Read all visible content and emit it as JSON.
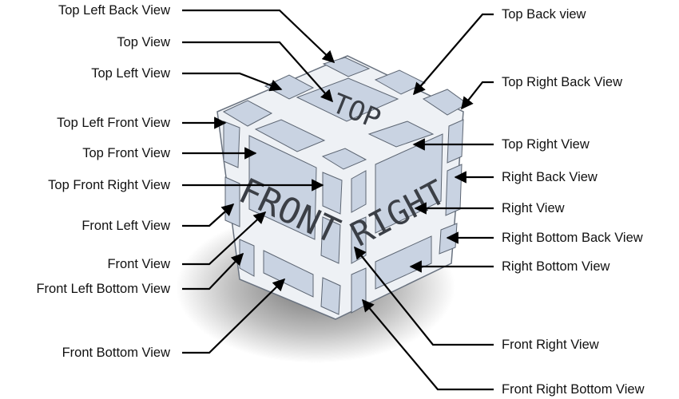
{
  "face_words": {
    "top": "TOP",
    "front": "FRONT",
    "right": "RIGHT"
  },
  "labels": {
    "left": [
      "Top Left Back View",
      "Top View",
      "Top Left View",
      "Top Left Front View",
      "Top Front View",
      "Top Front Right View",
      "Front Left View",
      "Front View",
      "Front Left Bottom View",
      "Front Bottom View"
    ],
    "right": [
      "Top Back view",
      "Top Right Back View",
      "Top Right View",
      "Right Back View",
      "Right View",
      "Right Bottom Back View",
      "Right Bottom View",
      "Front Right View",
      "Front Right Bottom View"
    ]
  },
  "colors": {
    "face_fill": "#c9d3e2",
    "gap_fill": "#f5f7fa",
    "edge_dark": "#5d6673",
    "edge_light": "#ffffff",
    "leader_line": "#000000",
    "text": "#111111"
  }
}
